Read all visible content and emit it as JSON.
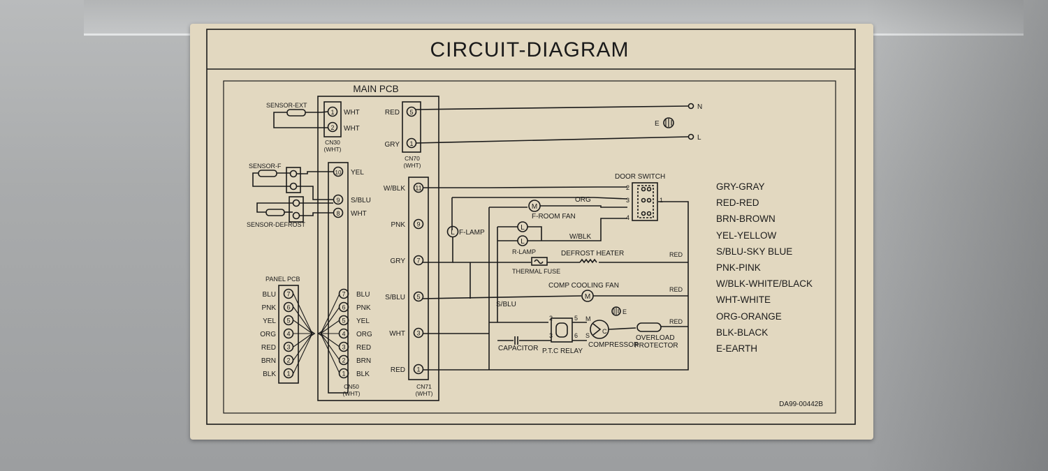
{
  "title": "CIRCUIT-DIAGRAM",
  "main_pcb": "MAIN PCB",
  "panel_pcb": "PANEL PCB",
  "part_number": "DA99-00442B",
  "sensors": {
    "ext": "SENSOR-EXT",
    "f": "SENSOR-F",
    "defrost": "SENSOR-DEFROST"
  },
  "connectors": {
    "cn30": "CN30",
    "cn70": "CN70",
    "cn50": "CN50",
    "cn71": "CN71",
    "wht_tag": "(WHT)"
  },
  "pins": {
    "cn30": [
      {
        "num": "1",
        "wire": "WHT"
      },
      {
        "num": "2",
        "wire": "WHT"
      }
    ],
    "cn70": [
      {
        "num": "5",
        "wire": "RED"
      },
      {
        "num": "1",
        "wire": "GRY"
      }
    ],
    "sensor_block": [
      {
        "num": "10",
        "wire": "YEL"
      },
      {
        "num": "9",
        "wire": "S/BLU"
      },
      {
        "num": "8",
        "wire": "WHT"
      }
    ],
    "cn71": [
      {
        "num": "11",
        "wire": "W/BLK"
      },
      {
        "num": "9",
        "wire": "PNK"
      },
      {
        "num": "7",
        "wire": "GRY"
      },
      {
        "num": "5",
        "wire": "S/BLU"
      },
      {
        "num": "3",
        "wire": "WHT"
      },
      {
        "num": "1",
        "wire": "RED"
      }
    ],
    "panel": [
      {
        "num": "7",
        "wire": "BLU"
      },
      {
        "num": "6",
        "wire": "PNK"
      },
      {
        "num": "5",
        "wire": "YEL"
      },
      {
        "num": "4",
        "wire": "ORG"
      },
      {
        "num": "3",
        "wire": "RED"
      },
      {
        "num": "2",
        "wire": "BRN"
      },
      {
        "num": "1",
        "wire": "BLK"
      }
    ],
    "cn50": [
      {
        "num": "7",
        "wire": "BLU"
      },
      {
        "num": "6",
        "wire": "PNK"
      },
      {
        "num": "5",
        "wire": "YEL"
      },
      {
        "num": "4",
        "wire": "ORG"
      },
      {
        "num": "3",
        "wire": "RED"
      },
      {
        "num": "2",
        "wire": "BRN"
      },
      {
        "num": "1",
        "wire": "BLK"
      }
    ]
  },
  "terminals": {
    "n": "N",
    "e": "E",
    "l": "L"
  },
  "door_switch": {
    "label": "DOOR SWITCH",
    "pins": [
      "2",
      "3",
      "4",
      "1"
    ]
  },
  "components": {
    "f_lamp": "F-LAMP",
    "f_room_fan": "F-ROOM FAN",
    "r_lamp": "R-LAMP",
    "defrost_heater": "DEFROST HEATER",
    "thermal_fuse": "THERMAL FUSE",
    "comp_cooling_fan": "COMP COOLING FAN",
    "capacitor": "CAPACITOR",
    "ptc_relay": "P.T.C RELAY",
    "compressor": "COMPRESSOR",
    "overload_protector_1": "OVERLOAD",
    "overload_protector_2": "PROTECTOR",
    "motor": "M",
    "lamp": "L",
    "earth": "E"
  },
  "wire_labels": {
    "org": "ORG",
    "w_blk": "W/BLK",
    "s_blu": "S/BLU",
    "red_1": "RED",
    "red_2": "RED",
    "red_3": "RED"
  },
  "relay_pins": {
    "p2": "2",
    "p3": "3",
    "p5": "5",
    "p6": "6"
  },
  "comp_pins": {
    "m": "M",
    "s": "S",
    "c": "C"
  },
  "legend": [
    "GRY-GRAY",
    "RED-RED",
    "BRN-BROWN",
    "YEL-YELLOW",
    "S/BLU-SKY BLUE",
    "PNK-PINK",
    "W/BLK-WHITE/BLACK",
    "WHT-WHITE",
    "ORG-ORANGE",
    "BLK-BLACK",
    "E-EARTH"
  ],
  "colors": {
    "label_bg": "#e2d8c0",
    "ink": "#1a1a1a",
    "metal": "#a9abac"
  }
}
